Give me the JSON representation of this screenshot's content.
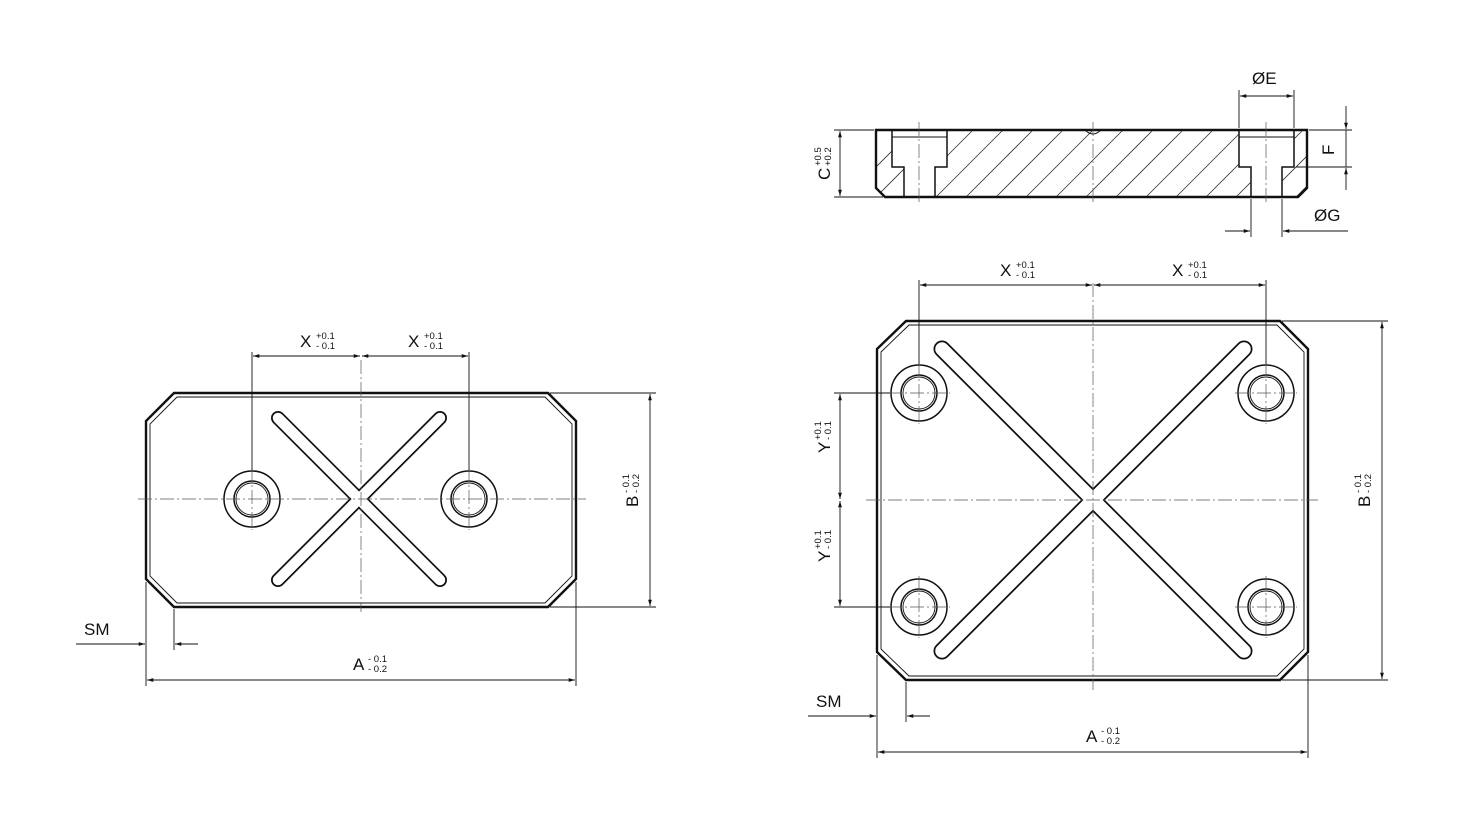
{
  "view_left": {
    "dim_x1": {
      "letter": "X",
      "tol_upper": "+0.1",
      "tol_lower": "- 0.1"
    },
    "dim_x2": {
      "letter": "X",
      "tol_upper": "+0.1",
      "tol_lower": "- 0.1"
    },
    "dim_b": {
      "letter": "B",
      "tol_upper": "- 0.1",
      "tol_lower": "- 0.2"
    },
    "dim_a": {
      "letter": "A",
      "tol_upper": "- 0.1",
      "tol_lower": "- 0.2"
    },
    "dim_sm": {
      "letter": "SM"
    }
  },
  "view_right": {
    "dim_x1": {
      "letter": "X",
      "tol_upper": "+0.1",
      "tol_lower": "- 0.1"
    },
    "dim_x2": {
      "letter": "X",
      "tol_upper": "+0.1",
      "tol_lower": "- 0.1"
    },
    "dim_y1": {
      "letter": "Y",
      "tol_upper": "+0.1",
      "tol_lower": "- 0.1"
    },
    "dim_y2": {
      "letter": "Y",
      "tol_upper": "+0.1",
      "tol_lower": "- 0.1"
    },
    "dim_b": {
      "letter": "B",
      "tol_upper": "- 0.1",
      "tol_lower": "- 0.2"
    },
    "dim_a": {
      "letter": "A",
      "tol_upper": "- 0.1",
      "tol_lower": "- 0.2"
    },
    "dim_sm": {
      "letter": "SM"
    }
  },
  "section_view": {
    "dim_e": {
      "letter": "ØE"
    },
    "dim_f": {
      "letter": "F"
    },
    "dim_g": {
      "letter": "ØG"
    },
    "dim_c": {
      "letter": "C",
      "tol_upper": "+0.5",
      "tol_lower": "+0.2"
    }
  }
}
